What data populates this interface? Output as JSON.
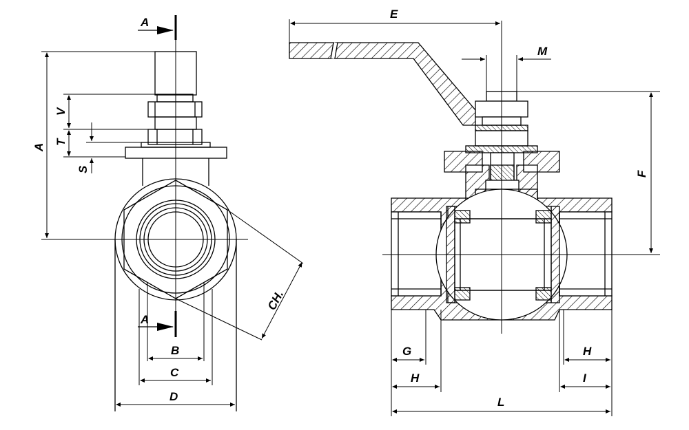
{
  "labels": {
    "A_section": "A",
    "A_height": "A",
    "V": "V",
    "T": "T",
    "S": "S",
    "B": "B",
    "C": "C",
    "D": "D",
    "CH": "CH.",
    "E": "E",
    "M": "M",
    "F": "F",
    "G": "G",
    "H": "H",
    "I": "I",
    "L": "L"
  }
}
